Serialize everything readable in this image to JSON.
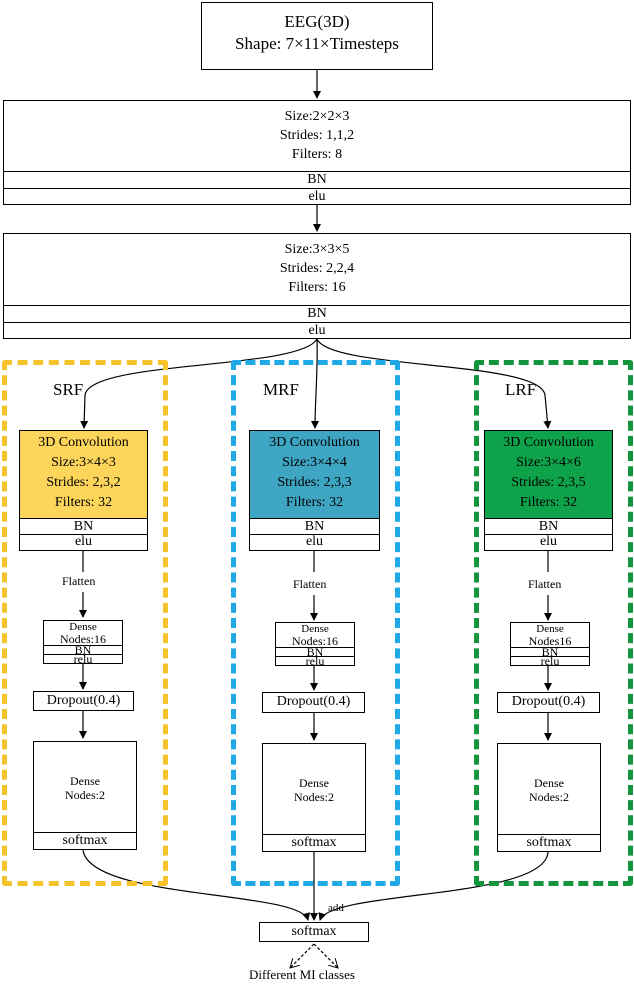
{
  "colors": {
    "srf_border": "#f5c42c",
    "mrf_border": "#1fa9e6",
    "lrf_border": "#12953d",
    "srf_conv_fill": "#fcd55a",
    "mrf_conv_fill": "#3ea6c3",
    "lrf_conv_fill": "#0ea34b"
  },
  "input": {
    "title": "EEG(3D)",
    "shape": "Shape: 7×11×Timesteps"
  },
  "conv1": {
    "size": "Size:2×2×3",
    "strides": "Strides: 1,1,2",
    "filters": "Filters: 8",
    "bn": "BN",
    "act": "elu"
  },
  "conv2": {
    "size": "Size:3×3×5",
    "strides": "Strides: 2,2,4",
    "filters": "Filters: 16",
    "bn": "BN",
    "act": "elu"
  },
  "branches": [
    {
      "label": "SRF",
      "conv_title": "3D Convolution",
      "conv_size": "Size:3×4×3",
      "conv_strides": "Strides: 2,3,2",
      "conv_filters": "Filters: 32",
      "bn": "BN",
      "act": "elu",
      "flatten": "Flatten",
      "dense1_title": "Dense",
      "dense1_nodes": "Nodes:16",
      "dense1_bn": "BN",
      "dense1_act": "relu",
      "dropout": "Dropout(0.4)",
      "dense2_title": "Dense",
      "dense2_nodes": "Nodes:2",
      "dense2_act": "softmax"
    },
    {
      "label": "MRF",
      "conv_title": "3D Convolution",
      "conv_size": "Size:3×4×4",
      "conv_strides": "Strides: 2,3,3",
      "conv_filters": "Filters: 32",
      "bn": "BN",
      "act": "elu",
      "flatten": "Flatten",
      "dense1_title": "Dense",
      "dense1_nodes": "Nodes:16",
      "dense1_bn": "BN",
      "dense1_act": "relu",
      "dropout": "Dropout(0.4)",
      "dense2_title": "Dense",
      "dense2_nodes": "Nodes:2",
      "dense2_act": "softmax"
    },
    {
      "label": "LRF",
      "conv_title": "3D Convolution",
      "conv_size": "Size:3×4×6",
      "conv_strides": "Strides: 2,3,5",
      "conv_filters": "Filters: 32",
      "bn": "BN",
      "act": "elu",
      "flatten": "Flatten",
      "dense1_title": "Dense",
      "dense1_nodes": "Nodes16",
      "dense1_bn": "BN",
      "dense1_act": "relu",
      "dropout": "Dropout(0.4)",
      "dense2_title": "Dense",
      "dense2_nodes": "Nodes:2",
      "dense2_act": "softmax"
    }
  ],
  "merge": {
    "add": "add",
    "softmax": "softmax",
    "output": "Different MI classes"
  }
}
